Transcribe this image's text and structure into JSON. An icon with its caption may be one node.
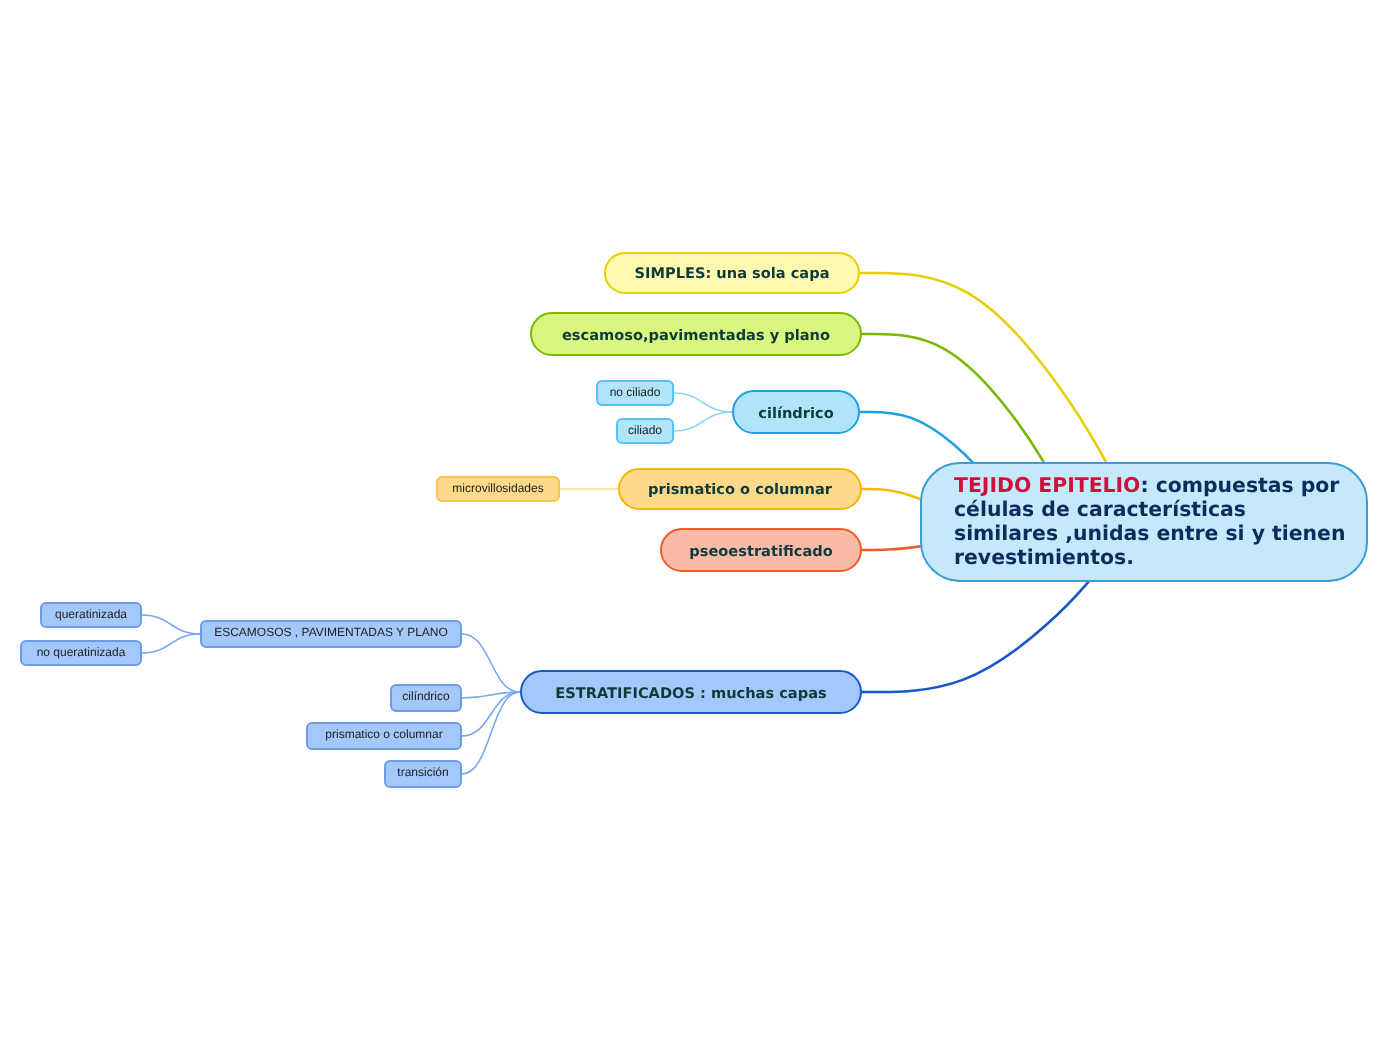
{
  "diagram": {
    "nodes": [
      {
        "text": [
          "TEJIDO EPITELIO",
          ": compuestas por células de características similares ,unidas entre si y tienen revestimientos."
        ]
      },
      {
        "text": [
          "SIMPLES: una sola capa"
        ]
      },
      {
        "text": [
          "escamoso,pavimentadas y plano"
        ]
      },
      {
        "text": [
          "cilíndrico"
        ]
      },
      {
        "text": [
          "no ciliado"
        ]
      },
      {
        "text": [
          "ciliado"
        ]
      },
      {
        "text": [
          "prismatico o columnar"
        ]
      },
      {
        "text": [
          "microvillosidades"
        ]
      },
      {
        "text": [
          "pseoestratificado"
        ]
      },
      {
        "text": [
          "ESTRATIFICADOS : muchas capas"
        ]
      },
      {
        "text": [
          "ESCAMOSOS , PAVIMENTADAS Y PLANO"
        ]
      },
      {
        "text": [
          "queratinizada"
        ]
      },
      {
        "text": [
          "no queratinizada"
        ]
      },
      {
        "text": [
          "cilíndrico"
        ]
      },
      {
        "text": [
          "prismatico o columnar"
        ]
      },
      {
        "text": [
          "transición"
        ]
      }
    ],
    "edges": [
      {
        "from": 0,
        "to": 1,
        "arrow": "none",
        "color": "#e6cf00"
      },
      {
        "from": 0,
        "to": 2,
        "arrow": "none",
        "color": "#7ab800"
      },
      {
        "from": 0,
        "to": 3,
        "arrow": "none",
        "color": "#1aa3e0"
      },
      {
        "from": 0,
        "to": 6,
        "arrow": "none",
        "color": "#f5b800"
      },
      {
        "from": 0,
        "to": 8,
        "arrow": "none",
        "color": "#ef5a28"
      },
      {
        "from": 0,
        "to": 9,
        "arrow": "none",
        "color": "#1659c6"
      },
      {
        "from": 3,
        "to": 4,
        "arrow": "none",
        "color": "#8fd6f5"
      },
      {
        "from": 3,
        "to": 5,
        "arrow": "none",
        "color": "#8fd6f5"
      },
      {
        "from": 6,
        "to": 7,
        "arrow": "none",
        "color": "#ffd98a"
      },
      {
        "from": 9,
        "to": 10,
        "arrow": "none"
      },
      {
        "from": 10,
        "to": 11,
        "arrow": "none"
      },
      {
        "from": 10,
        "to": 12,
        "arrow": "none"
      },
      {
        "from": 9,
        "to": 13,
        "arrow": "none"
      },
      {
        "from": 9,
        "to": 14,
        "arrow": "none"
      },
      {
        "from": 9,
        "to": 15,
        "arrow": "none"
      }
    ]
  }
}
